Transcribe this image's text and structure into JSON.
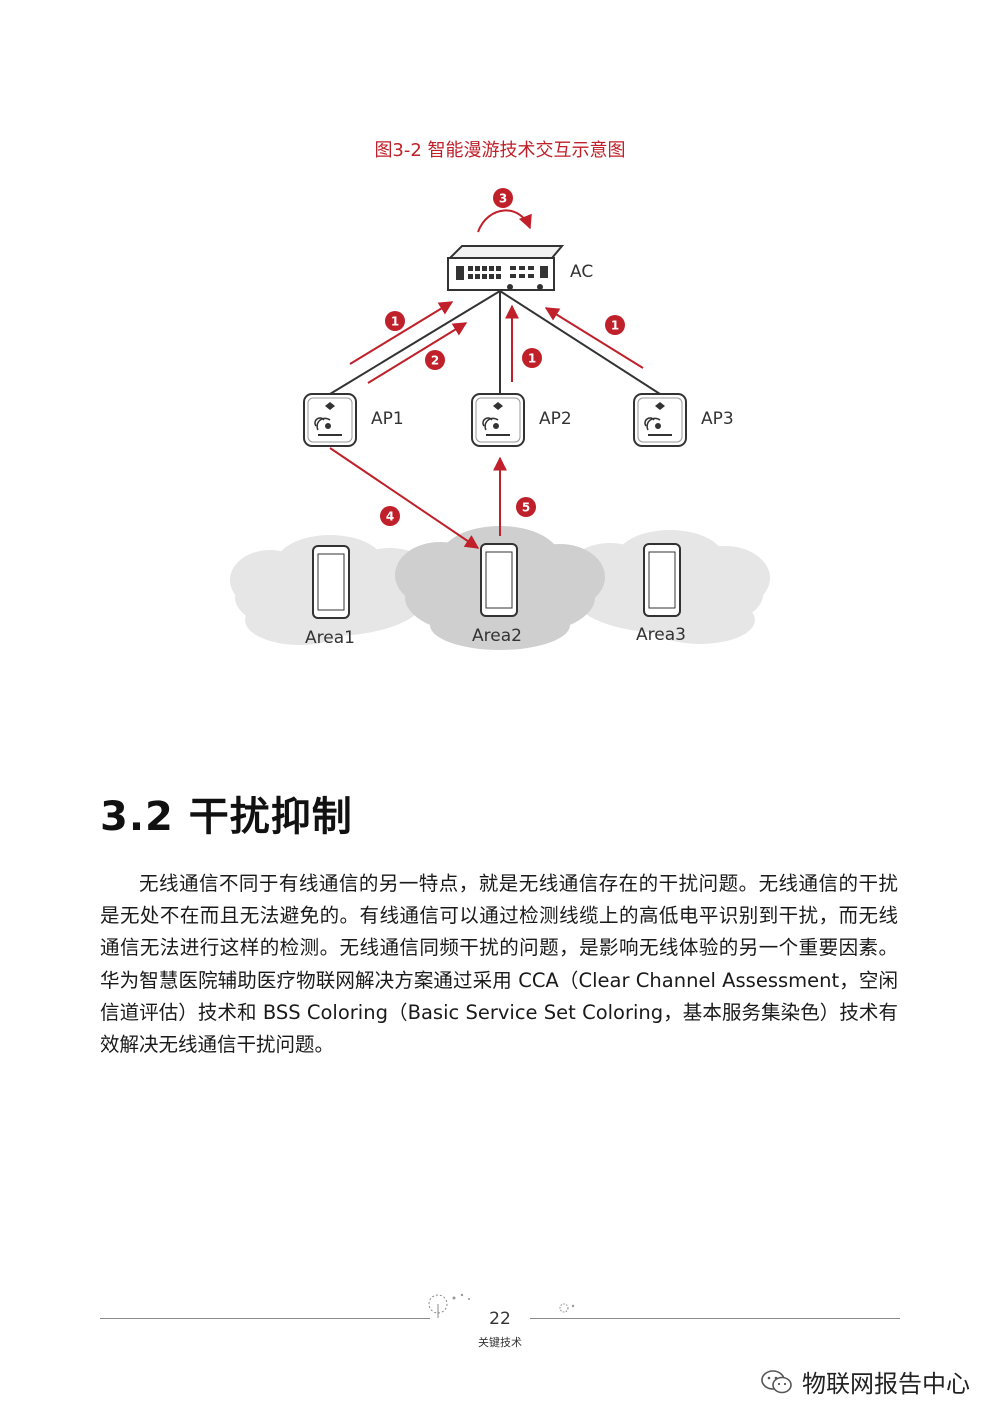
{
  "figure": {
    "caption": "图3-2 智能漫游技术交互示意图",
    "nodes": {
      "ac": "AC",
      "ap1": "AP1",
      "ap2": "AP2",
      "ap3": "AP3",
      "area1": "Area1",
      "area2": "Area2",
      "area3": "Area3"
    },
    "steps": {
      "s1a": "1",
      "s2": "2",
      "s1b": "1",
      "s1c": "1",
      "s3": "3",
      "s4": "4",
      "s5": "5"
    },
    "colors": {
      "accent": "#c0202a",
      "line": "#333333",
      "cloud": "#e6e6e6"
    }
  },
  "section": {
    "heading": "3.2 干扰抑制",
    "paragraph": "无线通信不同于有线通信的另一特点，就是无线通信存在的干扰问题。无线通信的干扰是无处不在而且无法避免的。有线通信可以通过检测线缆上的高低电平识别到干扰，而无线通信无法进行这样的检测。无线通信同频干扰的问题，是影响无线体验的另一个重要因素。华为智慧医院辅助医疗物联网解决方案通过采用 CCA（Clear Channel Assessment，空闲信道评估）技术和 BSS Coloring（Basic Service Set Coloring，基本服务集染色）技术有效解决无线通信干扰问题。"
  },
  "footer": {
    "page_number": "22",
    "section_name": "关键技术"
  },
  "watermark": {
    "icon": "wechat-icon",
    "text": "物联网报告中心"
  }
}
